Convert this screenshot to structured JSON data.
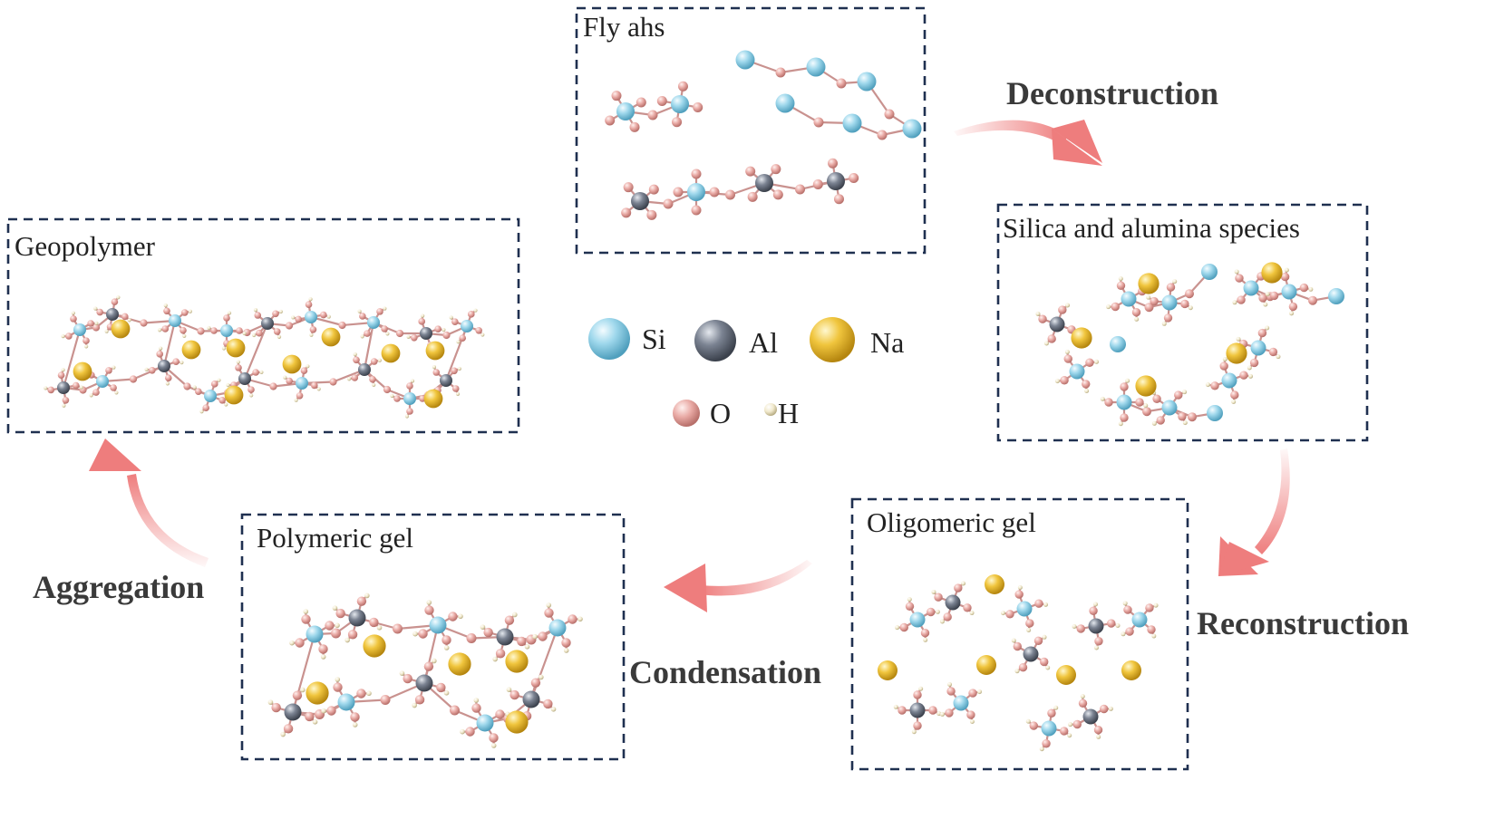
{
  "panels": {
    "fly_ash": "Fly ahs",
    "silica_alumina": "Silica and alumina species",
    "oligomeric_gel": "Oligomeric gel",
    "polymeric_gel": "Polymeric gel",
    "geopolymer": "Geopolymer"
  },
  "steps": {
    "deconstruction": "Deconstruction",
    "reconstruction": "Reconstruction",
    "condensation": "Condensation",
    "aggregation": "Aggregation"
  },
  "legend": {
    "si": "Si",
    "al": "Al",
    "na": "Na",
    "o": "O",
    "h": "H"
  },
  "colors": {
    "si": "#8fd0e6",
    "al": "#6b7380",
    "na": "#e6b72c",
    "o": "#e8a8a3",
    "h": "#efe6c8",
    "arrow": "#ee7d7d",
    "box_border": "#1f3050"
  }
}
